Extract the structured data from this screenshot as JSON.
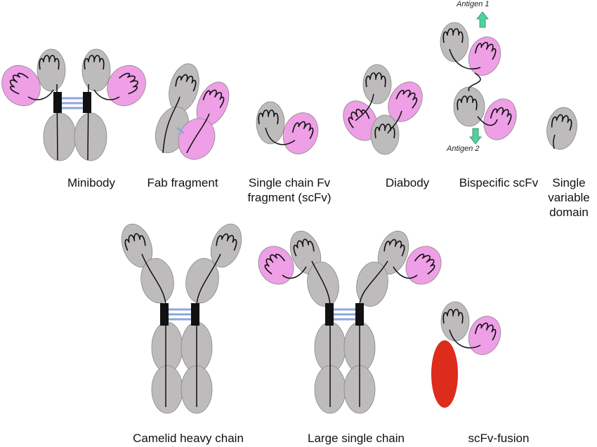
{
  "formats": [
    {
      "id": "minibody",
      "label": "Minibody"
    },
    {
      "id": "fab-fragment",
      "label": "Fab fragment"
    },
    {
      "id": "scfv",
      "label": "Single chain Fv\nfragment (scFv)"
    },
    {
      "id": "diabody",
      "label": "Diabody"
    },
    {
      "id": "bispecific-scfv",
      "label": "Bispecific scFv"
    },
    {
      "id": "single-variable-domain",
      "label": "Single\nvariable\ndomain"
    },
    {
      "id": "camelid-heavy-chain",
      "label": "Camelid heavy chain"
    },
    {
      "id": "large-single-chain",
      "label": "Large single chain"
    },
    {
      "id": "scfv-fusion",
      "label": "scFv-fusion"
    }
  ],
  "antigens": {
    "top": "Antigen 1",
    "bottom": "Antigen 2"
  },
  "colors": {
    "heavy_domain": "#bdbbbb",
    "light_domain": "#ee9fe6",
    "hinge": "#111111",
    "disulfide": "#8ea6dc",
    "arrow": "#4fd1a0",
    "fusion_partner": "#dd2b1c",
    "outline": "#888888",
    "loop": "#111111"
  }
}
